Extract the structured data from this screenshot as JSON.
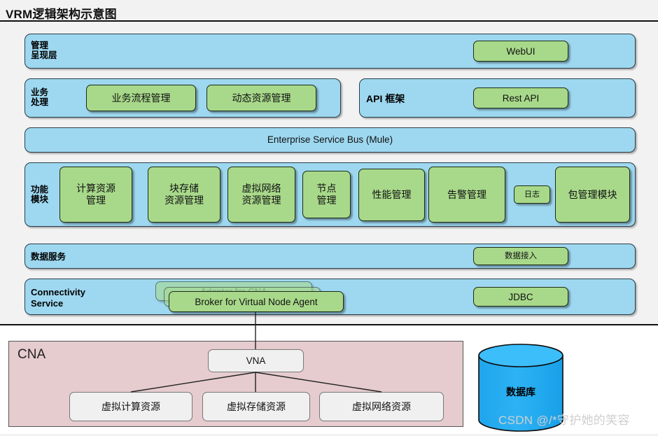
{
  "title": "VRM逻辑架构示意图",
  "colors": {
    "band_blue": "#9ED8F0",
    "module_green": "#A8D98A",
    "cna_pink": "#E6CCCF",
    "db_blue": "#2BACEE",
    "page_bg": "#f2f2f2",
    "lower_bg": "#ffffff",
    "watermark_gray": "#cfcfcf"
  },
  "layers": {
    "presentation": {
      "label": "管理\n呈现层",
      "boxes": [
        {
          "label": "WebUI"
        }
      ]
    },
    "business": {
      "label": "业务\n处理",
      "boxes": [
        {
          "label": "业务流程管理"
        },
        {
          "label": "动态资源管理"
        }
      ]
    },
    "api_framework": {
      "label": "API 框架",
      "boxes": [
        {
          "label": "Rest API"
        }
      ]
    },
    "esb": {
      "label": "Enterprise Service Bus (Mule)"
    },
    "function_modules": {
      "label": "功能\n模块",
      "boxes": [
        {
          "label": "计算资源\n管理"
        },
        {
          "label": "块存储\n资源管理"
        },
        {
          "label": "虚拟网络\n资源管理"
        },
        {
          "label": "节点\n管理"
        },
        {
          "label": "性能管理"
        },
        {
          "label": "告警管理"
        },
        {
          "label": "日志"
        },
        {
          "label": "包管理模块"
        }
      ]
    },
    "data_service": {
      "label": "数据服务",
      "boxes": [
        {
          "label": "数据接入"
        }
      ]
    },
    "connectivity": {
      "label": "Connectivity\nService",
      "boxes": [
        {
          "label": "Adaptor for CNA"
        },
        {
          "label": "Adaptor for CNA"
        },
        {
          "label": "Broker for Virtual Node Agent"
        },
        {
          "label": "JDBC"
        }
      ]
    }
  },
  "cna": {
    "title": "CNA",
    "root": "VNA",
    "children": [
      {
        "label": "虚拟计算资源"
      },
      {
        "label": "虚拟存储资源"
      },
      {
        "label": "虚拟网络资源"
      }
    ]
  },
  "database": {
    "label": "数据库"
  },
  "watermark": {
    "text": "CSDN @/*守护她的笑容"
  }
}
